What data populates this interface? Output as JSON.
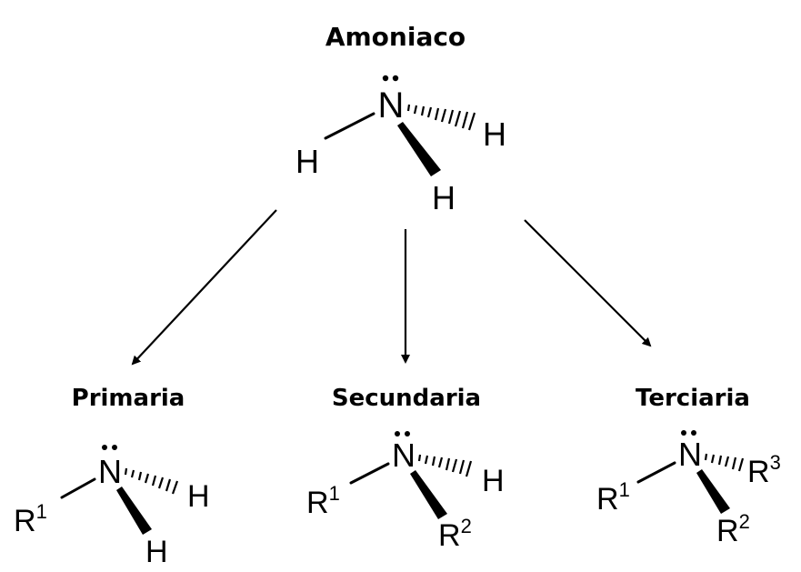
{
  "title": "Amoniaco",
  "colors": {
    "ink": "#000000",
    "background": "#ffffff"
  },
  "ammonia": {
    "n": "N",
    "left": "H",
    "dash": "H",
    "wedge": "H"
  },
  "branches": [
    {
      "label": "Primaria",
      "left": "R",
      "left_sup": "1",
      "dash": "H",
      "dash_sup": "",
      "wedge": "H",
      "wedge_sup": ""
    },
    {
      "label": "Secundaria",
      "left": "R",
      "left_sup": "1",
      "dash": "H",
      "dash_sup": "",
      "wedge": "R",
      "wedge_sup": "2"
    },
    {
      "label": "Terciaria",
      "left": "R",
      "left_sup": "1",
      "dash": "R",
      "dash_sup": "3",
      "wedge": "R",
      "wedge_sup": "2"
    }
  ]
}
